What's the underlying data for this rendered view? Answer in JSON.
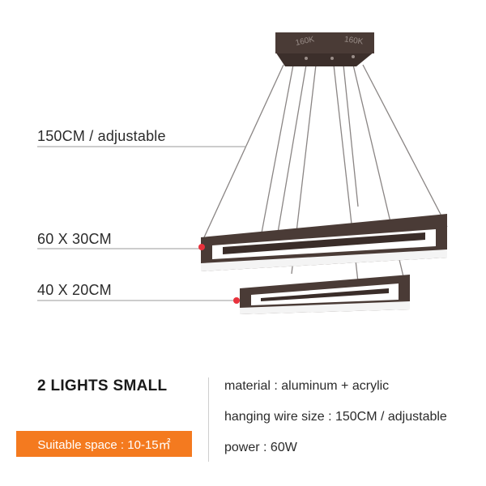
{
  "callouts": {
    "cable": "150CM / adjustable",
    "ring_large": "60 X 30CM",
    "ring_small": "40 X 20CM"
  },
  "canopy_marks": [
    "160K",
    "160K"
  ],
  "variant_title": "2 LIGHTS SMALL",
  "space_badge": "Suitable space : 10-15㎡",
  "specs": [
    "material : aluminum + acrylic",
    "hanging wire size : 150CM / adjustable",
    "power : 60W"
  ],
  "colors": {
    "frame": "#4a3b36",
    "badge": "#f47a1f",
    "marker": "#e8323c"
  }
}
